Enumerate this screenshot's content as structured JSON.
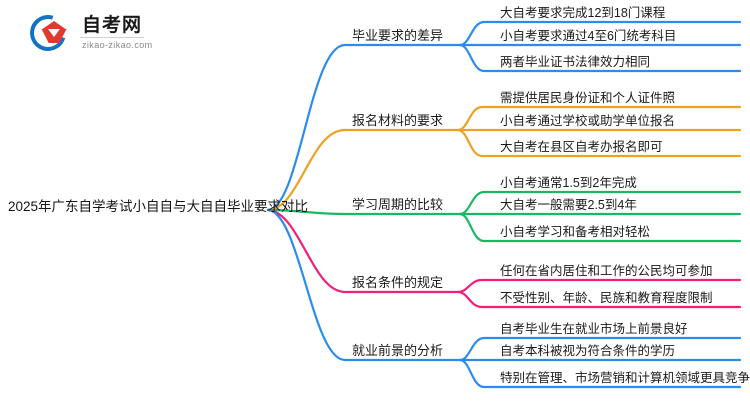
{
  "logo": {
    "name": "自考网",
    "url": "zikao-zikao.com",
    "mark_icon": "graduation-cap-ring-icon",
    "ring_color": "#1273c4",
    "cap_color": "#e03a2f"
  },
  "mindmap": {
    "root": {
      "label": "2025年广东自学考试小自自与大自自毕业要求对比"
    },
    "branches": [
      {
        "label": "毕业要求的差异",
        "color": "#2b8bef",
        "leaves": [
          "大自考要求完成12到18门课程",
          "小自考要求通过4至6门统考科目",
          "两者毕业证书法律效力相同"
        ]
      },
      {
        "label": "报名材料的要求",
        "color": "#eda320",
        "leaves": [
          "需提供居民身份证和个人证件照",
          "小自考通过学校或助学单位报名",
          "大自考在县区自考办报名即可"
        ]
      },
      {
        "label": "学习周期的比较",
        "color": "#19b863",
        "leaves": [
          "小自考通常1.5到2年完成",
          "大自考一般需要2.5到4年",
          "小自考学习和备考相对轻松"
        ]
      },
      {
        "label": "报名条件的规定",
        "color": "#f01f7a",
        "leaves": [
          "任何在省内居住和工作的公民均可参加",
          "不受性别、年龄、民族和教育程度限制"
        ]
      },
      {
        "label": "就业前景的分析",
        "color": "#2b8bef",
        "leaves": [
          "自考毕业生在就业市场上前景良好",
          "自考本科被视为符合条件的学历",
          "特别在管理、市场营销和计算机领域更具竞争力"
        ]
      }
    ]
  }
}
